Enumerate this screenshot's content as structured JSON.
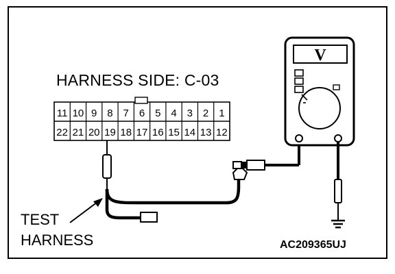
{
  "diagram": {
    "harness_title": "HARNESS SIDE: C-03",
    "test_harness_label_line1": "TEST",
    "test_harness_label_line2": "HARNESS",
    "code": "AC209365UJ",
    "meter_symbol": "V",
    "connector": {
      "top_row": [
        "11",
        "10",
        "9",
        "8",
        "7",
        "6",
        "5",
        "4",
        "3",
        "2",
        "1"
      ],
      "bottom_row": [
        "22",
        "21",
        "20",
        "19",
        "18",
        "17",
        "16",
        "15",
        "14",
        "13",
        "12"
      ],
      "probed_pin": "19"
    },
    "icons": [
      "voltmeter-icon",
      "ground-icon",
      "probe-icon",
      "arrow-icon"
    ],
    "colors": {
      "line": "#000000",
      "background": "#ffffff"
    }
  }
}
